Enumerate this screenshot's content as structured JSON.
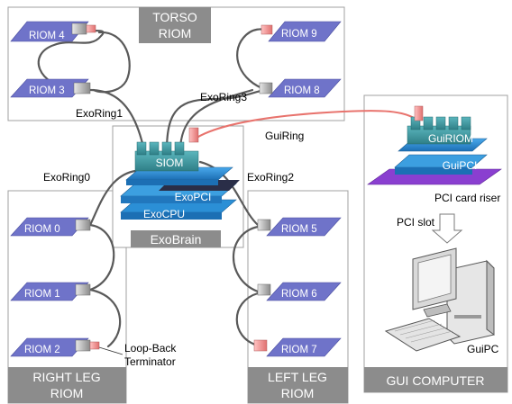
{
  "colors": {
    "riom_board": "#6f73c9",
    "box_title_bg": "#8c8c8c",
    "box_border": "#9a9a9a",
    "cable": "#555555",
    "gui_cable": "#e8736d",
    "chip_teal": "#3a9aa4",
    "board_blue": "#2b8fd6",
    "riser_purple": "#8a3fd0"
  },
  "boxes": {
    "torso": [
      "TORSO",
      "RIOM"
    ],
    "right_leg": [
      "RIGHT LEG",
      "RIOM"
    ],
    "left_leg": [
      "LEFT LEG",
      "RIOM"
    ],
    "gui_computer": "GUI COMPUTER",
    "exobrain": "ExoBrain"
  },
  "rioms": {
    "riom4": "RIOM 4",
    "riom3": "RIOM 3",
    "riom9": "RIOM 9",
    "riom8": "RIOM 8",
    "riom0": "RIOM 0",
    "riom1": "RIOM 1",
    "riom2": "RIOM 2",
    "riom5": "RIOM 5",
    "riom6": "RIOM 6",
    "riom7": "RIOM 7"
  },
  "rings": {
    "exoring0": "ExoRing0",
    "exoring1": "ExoRing1",
    "exoring2": "ExoRing2",
    "exoring3": "ExoRing3",
    "guiring": "GuiRing"
  },
  "exobrain_layers": {
    "siom": "SIOM",
    "exopci": "ExoPCI",
    "exocpu": "ExoCPU"
  },
  "gui_layers": {
    "guiriom": "GuiRIOM",
    "guipci": "GuiPCI"
  },
  "labels": {
    "pci_card_riser": "PCI card riser",
    "pci_slot": "PCI slot",
    "guipc": "GuiPC",
    "terminator": [
      "Loop-Back",
      "Terminator"
    ]
  }
}
